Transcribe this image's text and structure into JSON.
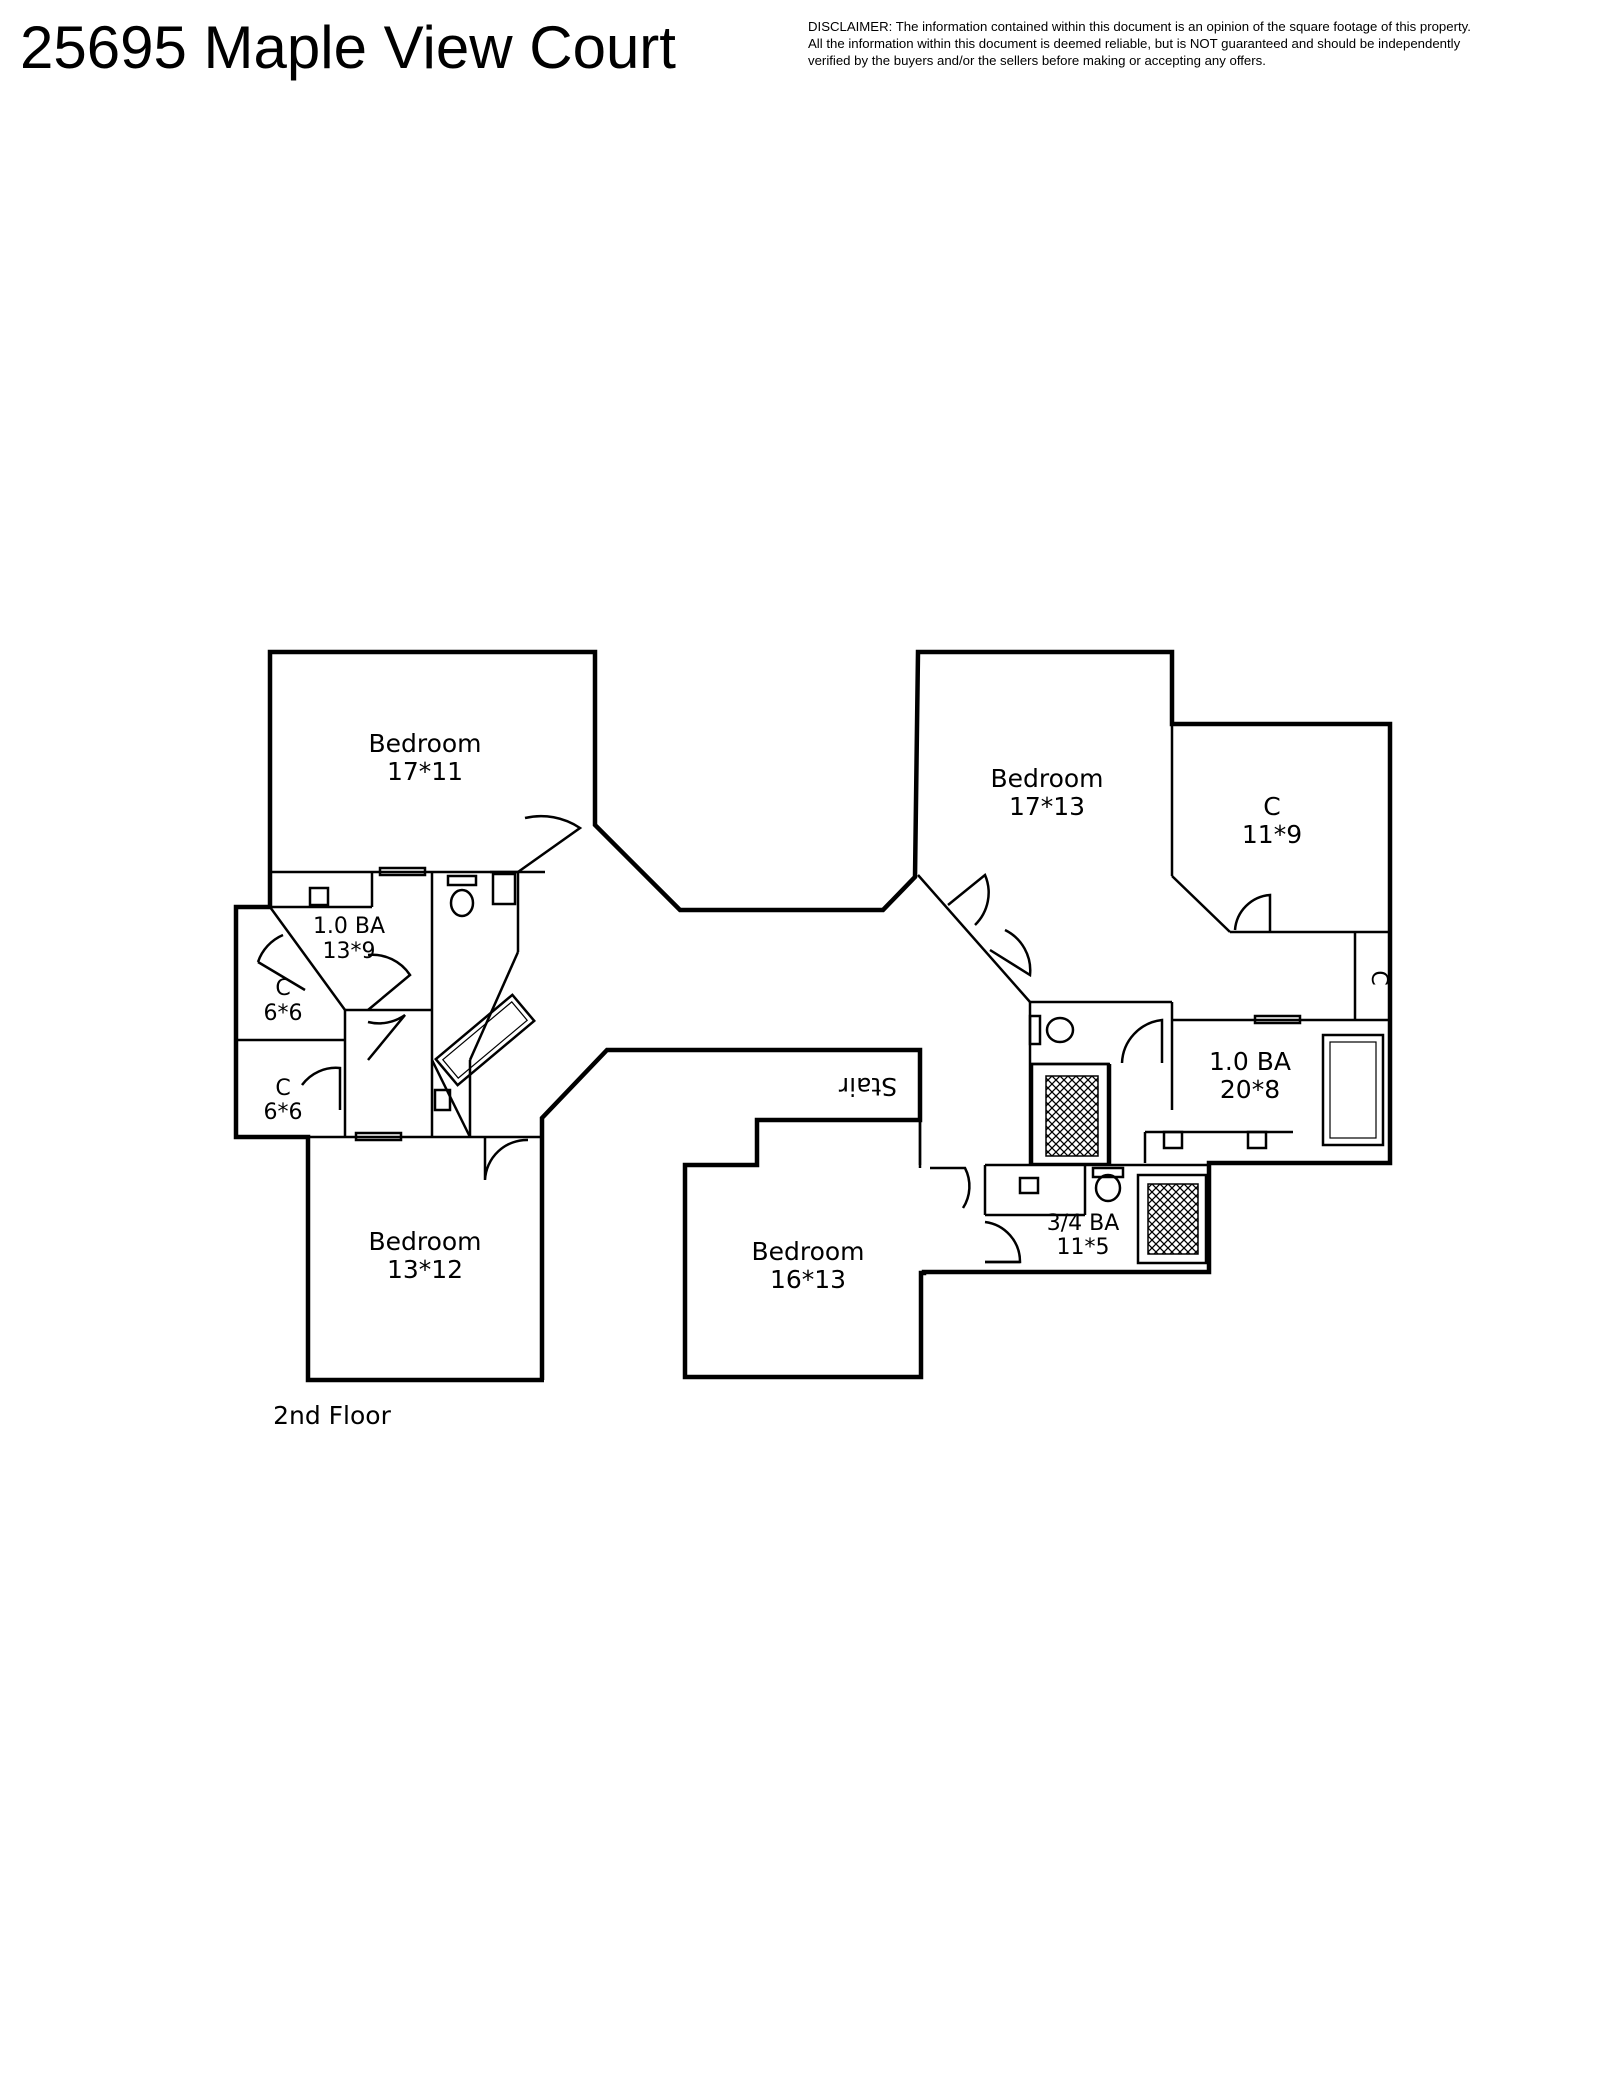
{
  "header": {
    "title": "25695 Maple View Court",
    "disclaimer": [
      "DISCLAIMER: The information contained within this document is an opinion of the square footage of this property.",
      "All the information within this document is deemed reliable, but is NOT guaranteed and should be independently",
      "verified by the buyers and/or the sellers before making or accepting any offers."
    ]
  },
  "floor_label": "2nd Floor",
  "rooms": {
    "bedroom_nw": {
      "name": "Bedroom",
      "size": "17*11"
    },
    "bath_nw": {
      "name": "1.0 BA",
      "size": "13*9"
    },
    "closet_w1": {
      "name": "C",
      "size": "6*6"
    },
    "closet_w2": {
      "name": "C",
      "size": "6*6"
    },
    "bedroom_sw": {
      "name": "Bedroom",
      "size": "13*12"
    },
    "bedroom_ne": {
      "name": "Bedroom",
      "size": "17*13"
    },
    "closet_ne": {
      "name": "C",
      "size": "11*9"
    },
    "closet_e": {
      "name": "C"
    },
    "bath_e": {
      "name": "1.0 BA",
      "size": "20*8"
    },
    "bedroom_s": {
      "name": "Bedroom",
      "size": "16*13"
    },
    "bath_s": {
      "name": "3/4 BA",
      "size": "11*5"
    },
    "stair": {
      "name": "Stair"
    }
  }
}
